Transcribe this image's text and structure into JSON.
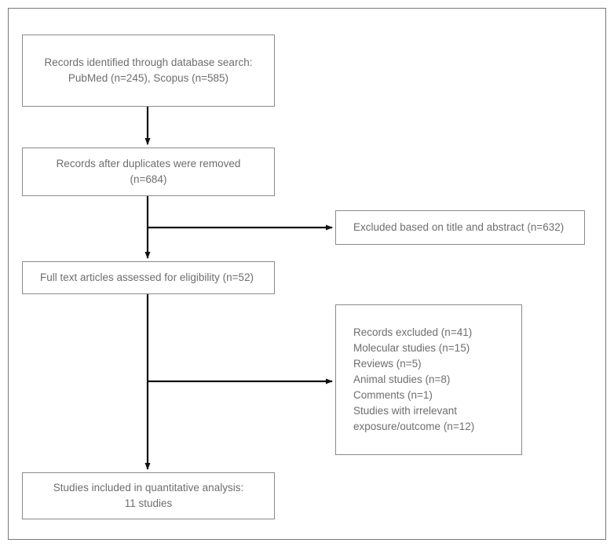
{
  "diagram": {
    "type": "prisma-flow-diagram",
    "title": "",
    "colors": {
      "box_border": "#8a8a8a",
      "page_border": "#777777",
      "text": "#6e6e6e",
      "connector": "#111111",
      "background": "#ffffff"
    },
    "boxes": [
      {
        "id": "identified",
        "stage": "identification",
        "text": "Records identified through database search:\nPubMed (n=245), Scopus (n=585)",
        "align": "center"
      },
      {
        "id": "duplicates",
        "stage": "screening",
        "text": "Records after duplicates were removed\n(n=684)",
        "align": "center"
      },
      {
        "id": "excluded-title",
        "stage": "screening-excluded",
        "text": "Excluded based on title and abstract (n=632)",
        "align": "left"
      },
      {
        "id": "fulltext",
        "stage": "eligibility",
        "text": "Full text articles assessed for eligibility (n=52)",
        "align": "left"
      },
      {
        "id": "excluded-list",
        "stage": "eligibility-excluded",
        "text": "Records excluded (n=41)\nMolecular studies (n=15)\nReviews (n=5)\nAnimal studies (n=8)\nComments (n=1)\nStudies with irrelevant\nexposure/outcome (n=12)",
        "align": "left"
      },
      {
        "id": "included",
        "stage": "included",
        "text": "Studies included in quantitative analysis:\n11 studies",
        "align": "center"
      }
    ],
    "counts": {
      "pubmed": 245,
      "scopus": 585,
      "after_duplicates": 684,
      "excluded_title_abstract": 632,
      "full_text_assessed": 52,
      "records_excluded": 41,
      "molecular_studies": 15,
      "reviews": 5,
      "animal_studies": 8,
      "comments": 1,
      "irrelevant_exposure_outcome": 12,
      "included_studies": 11
    },
    "connectors": [
      {
        "id": "identified-to-duplicates",
        "from": "identified",
        "to": "duplicates",
        "direction": "down"
      },
      {
        "id": "duplicates-to-fulltext",
        "from": "duplicates",
        "to": "fulltext",
        "direction": "down"
      },
      {
        "id": "duplicates-to-excluded-title",
        "from": "duplicates",
        "to": "excluded-title",
        "direction": "right"
      },
      {
        "id": "fulltext-to-included",
        "from": "fulltext",
        "to": "included",
        "direction": "down"
      },
      {
        "id": "fulltext-to-excluded-list",
        "from": "fulltext",
        "to": "excluded-list",
        "direction": "right"
      }
    ]
  }
}
